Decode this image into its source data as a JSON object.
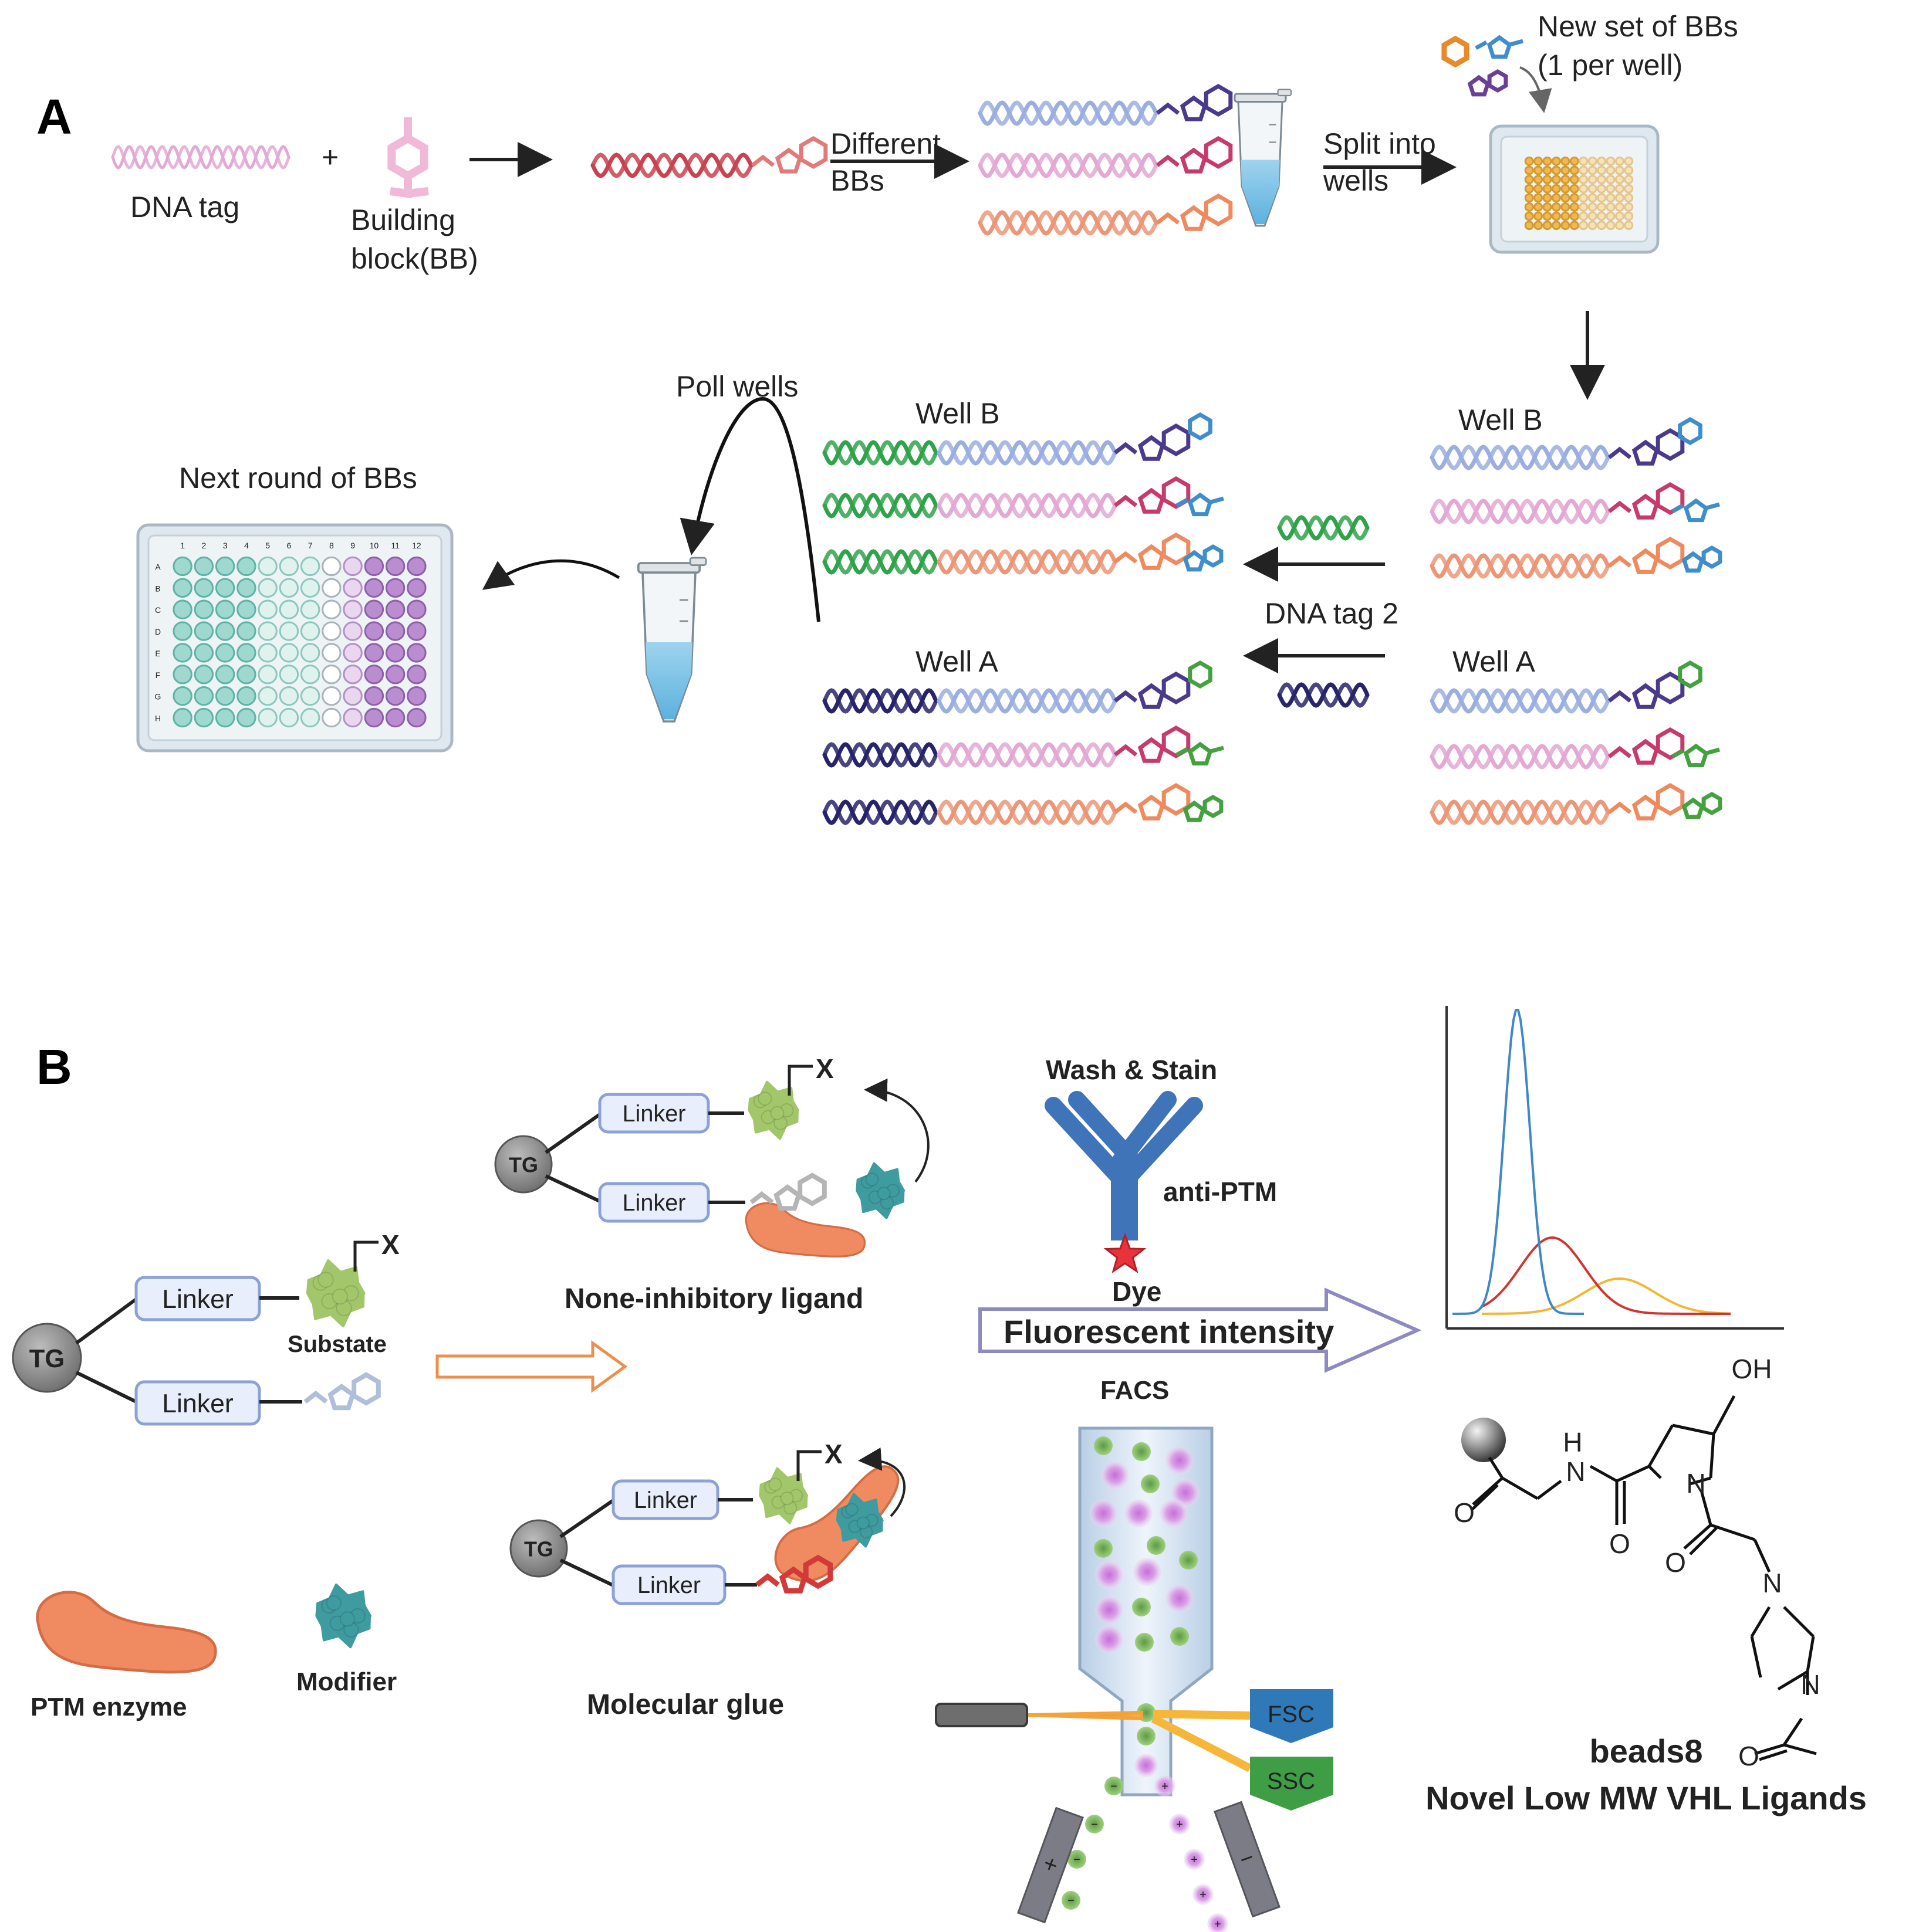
{
  "panel_a": {
    "letter": "A",
    "dna_tag": "DNA tag",
    "plus": "+",
    "building_block_line1": "Building",
    "building_block_line2": "block(BB)",
    "different_bbs_line1": "Different",
    "different_bbs_line2": "BBs",
    "split_into_line1": "Split into",
    "split_into_line2": "wells",
    "new_set_line1": "New set of BBs",
    "new_set_line2": "(1 per well)",
    "well_b_left": "Well B",
    "well_b_right": "Well B",
    "well_a_left": "Well A",
    "well_a_right": "Well A",
    "dna_tag_2": "DNA tag 2",
    "poll_wells": "Poll wells",
    "next_round": "Next round of BBs",
    "plate_cols": [
      "1",
      "2",
      "3",
      "4",
      "5",
      "6",
      "7",
      "8",
      "9",
      "10",
      "11",
      "12"
    ],
    "plate_rows": [
      "A",
      "B",
      "C",
      "D",
      "E",
      "F",
      "G",
      "H"
    ]
  },
  "panel_b": {
    "letter": "B",
    "tg": "TG",
    "linker": "Linker",
    "x_mark": "X",
    "substate": "Substate",
    "none_inhibitory": "None-inhibitory ligand",
    "molecular_glue": "Molecular glue",
    "ptm_enzyme": "PTM enzyme",
    "modifier": "Modifier",
    "wash_stain": "Wash & Stain",
    "anti_ptm": "anti-PTM",
    "dye": "Dye",
    "fluorescent_intensity": "Fluorescent intensity",
    "facs": "FACS",
    "fsc": "FSC",
    "ssc": "SSC",
    "plus_sign": "+",
    "minus_sign": "−",
    "oh": "OH",
    "o": "O",
    "n": "N",
    "h": "H",
    "beads8": "beads8",
    "vhl_ligands": "Novel Low MW VHL Ligands"
  },
  "colors": {
    "blue_dna": "#9aaee0",
    "pink_dna": "#e3a8d3",
    "orange_dna": "#ec9677",
    "red_dna": "#c9424f",
    "green_dna": "#2fa34a",
    "navy_dna": "#28246c",
    "protein_orange": "#f08a60",
    "protein_teal": "#3e9b9f",
    "protein_green": "#a2c76a",
    "hist_blue": "#3f87c9",
    "hist_red": "#d2342f",
    "hist_yellow": "#f2b736",
    "antibody": "#3f74b9",
    "fsc_blue": "#2f79b9",
    "ssc_green": "#3f9d46",
    "glue_red": "#d23a3a"
  }
}
